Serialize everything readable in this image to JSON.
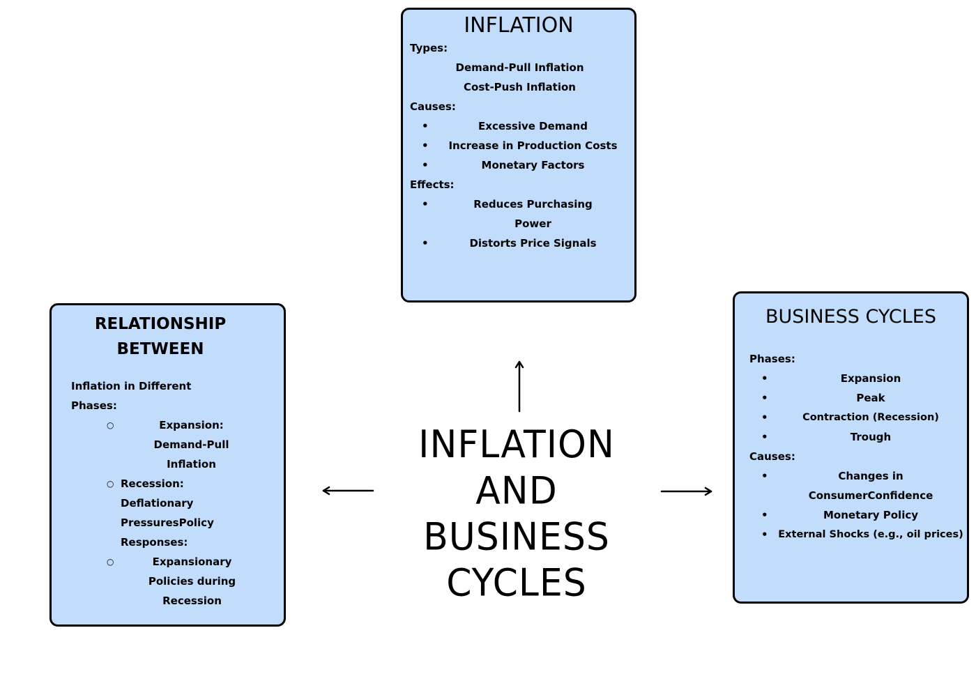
{
  "center_title": {
    "lines": [
      "INFLATION",
      "AND",
      "BUSINESS",
      "CYCLES"
    ]
  },
  "inflation": {
    "title": "INFLATION",
    "types_label": "Types:",
    "types": [
      "Demand-Pull Inflation",
      "Cost-Push Inflation"
    ],
    "causes_label": "Causes:",
    "causes": [
      "Excessive Demand",
      "Increase in Production Costs",
      "Monetary Factors"
    ],
    "effects_label": "Effects:",
    "effects": [
      "Reduces Purchasing Power",
      "Distorts Price Signals"
    ]
  },
  "business_cycles": {
    "title": "BUSINESS CYCLES",
    "phases_label": "Phases:",
    "phases": [
      "Expansion",
      "Peak",
      "Contraction (Recession)",
      "Trough"
    ],
    "causes_label": "Causes:",
    "causes": [
      "Changes in ConsumerConfidence",
      "Monetary Policy",
      "External Shocks (e.g., oil prices)"
    ]
  },
  "relationship": {
    "title": "RELATIONSHIP BETWEEN",
    "intro": "Inflation in Different Phases:",
    "items": [
      "Expansion: Demand-Pull Inflation",
      "Recession: Deflationary PressuresPolicy Responses:",
      "Expansionary Policies during Recession"
    ]
  },
  "colors": {
    "box_fill": "#c2dcfc",
    "border": "#000000"
  }
}
